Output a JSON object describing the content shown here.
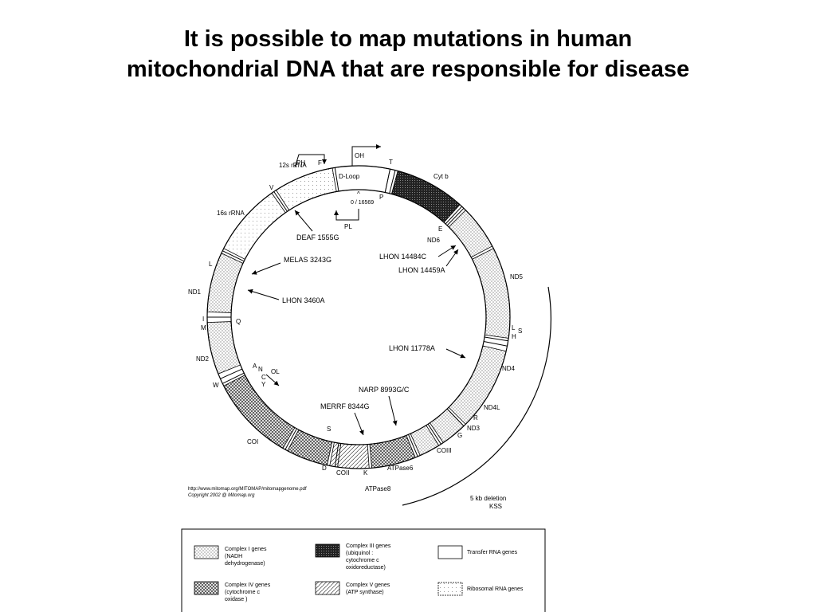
{
  "title": {
    "line1": "It is possible to map mutations in human",
    "line2": "mitochondrial DNA that are responsible for disease"
  },
  "diagram": {
    "origin_h": "OH",
    "origin_l": "OL",
    "promoter_h": "PH",
    "promoter_l": "PL",
    "position_marker": "0 / 16569",
    "regions": [
      {
        "label": "D-Loop",
        "type": "noncoding"
      },
      {
        "label": "Cyt b",
        "type": "complex-iii"
      },
      {
        "label": "ND6",
        "type": "complex-i"
      },
      {
        "label": "ND5",
        "type": "complex-i"
      },
      {
        "label": "ND4",
        "type": "complex-i"
      },
      {
        "label": "ND4L",
        "type": "complex-i"
      },
      {
        "label": "ND3",
        "type": "complex-i"
      },
      {
        "label": "COIII",
        "type": "complex-iv"
      },
      {
        "label": "ATPase6",
        "type": "complex-v"
      },
      {
        "label": "ATPase8",
        "type": "complex-v"
      },
      {
        "label": "COII",
        "type": "complex-iv"
      },
      {
        "label": "COI",
        "type": "complex-iv"
      },
      {
        "label": "ND2",
        "type": "complex-i"
      },
      {
        "label": "ND1",
        "type": "complex-i"
      },
      {
        "label": "16s rRNA",
        "type": "ribosomal"
      },
      {
        "label": "12s rRNA",
        "type": "ribosomal"
      }
    ],
    "trna_labels": [
      "T",
      "P",
      "E",
      "L",
      "S",
      "H",
      "R",
      "G",
      "K",
      "D",
      "S",
      "W",
      "A",
      "N",
      "C",
      "Y",
      "I",
      "M",
      "Q",
      "L",
      "V",
      "F",
      "^"
    ],
    "mutations": [
      {
        "label": "DEAF 1555G"
      },
      {
        "label": "MELAS 3243G"
      },
      {
        "label": "LHON 3460A"
      },
      {
        "label": "LHON 14484C"
      },
      {
        "label": "LHON 14459A"
      },
      {
        "label": "LHON 11778A"
      },
      {
        "label": "NARP 8993G/C"
      },
      {
        "label": "MERRF 8344G"
      }
    ],
    "deletion": {
      "line1": "5 kb  deletion",
      "line2": "KSS"
    },
    "source": {
      "line1": "http://www.mitomap.org/MITOMAP/mitomapgenome.pdf",
      "line2": "Copyright 2002 @ Mitomap.org"
    }
  },
  "legend": {
    "items": [
      {
        "lines": [
          "Complex I genes",
          "(NADH",
          "dehydrogenase)"
        ],
        "pattern": "complex-i"
      },
      {
        "lines": [
          "Complex III genes",
          "(ubiquinol :",
          "cytochrome c",
          "oxidoreductase)"
        ],
        "pattern": "complex-iii"
      },
      {
        "lines": [
          "Transfer RNA genes"
        ],
        "pattern": "trna"
      },
      {
        "lines": [
          "Complex IV genes",
          "(cytochrome c",
          "oxidase )"
        ],
        "pattern": "complex-iv"
      },
      {
        "lines": [
          "Complex V genes",
          "(ATP synthase)"
        ],
        "pattern": "complex-v"
      },
      {
        "lines": [
          "Ribosomal  RNA genes"
        ],
        "pattern": "ribosomal"
      }
    ]
  }
}
